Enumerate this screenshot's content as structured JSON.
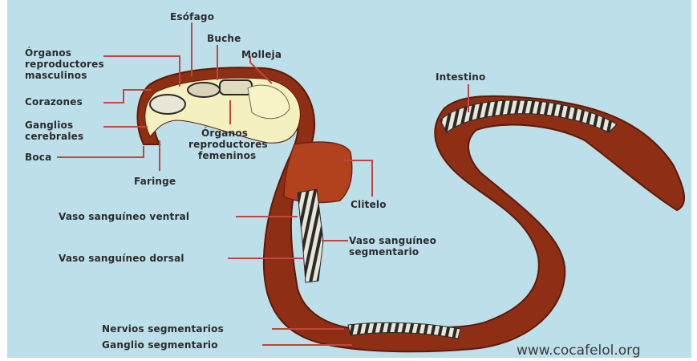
{
  "labels": {
    "esofago": "Esófago",
    "buche": "Buche",
    "molleja": "Molleja",
    "organos_masculinos": [
      "Órganos",
      "reproductores",
      "masculinos"
    ],
    "corazones": "Corazones",
    "ganglios_cerebrales": [
      "Ganglios",
      "cerebrales"
    ],
    "boca": "Boca",
    "faringe": "Faringe",
    "organos_femeninos": [
      "Órganos",
      "reproductores",
      "femeninos"
    ],
    "intestino": "Intestino",
    "clitelo": "Clitelo",
    "vaso_ventral": "Vaso sanguíneo ventral",
    "vaso_dorsal": "Vaso sanguíneo dorsal",
    "vaso_segmentario": [
      "Vaso sanguíneo",
      "segmentario"
    ],
    "nervios_segmentarios": "Nervios segmentarios",
    "ganglio_segmentario": "Ganglio segmentario"
  },
  "watermark": "www.cocafelol.org",
  "colors": {
    "background": "#bddfe9",
    "body": "#8e2e14",
    "body_light": "#b2421d",
    "cavity": "#f4f0bf",
    "leader": "#c2463f"
  }
}
